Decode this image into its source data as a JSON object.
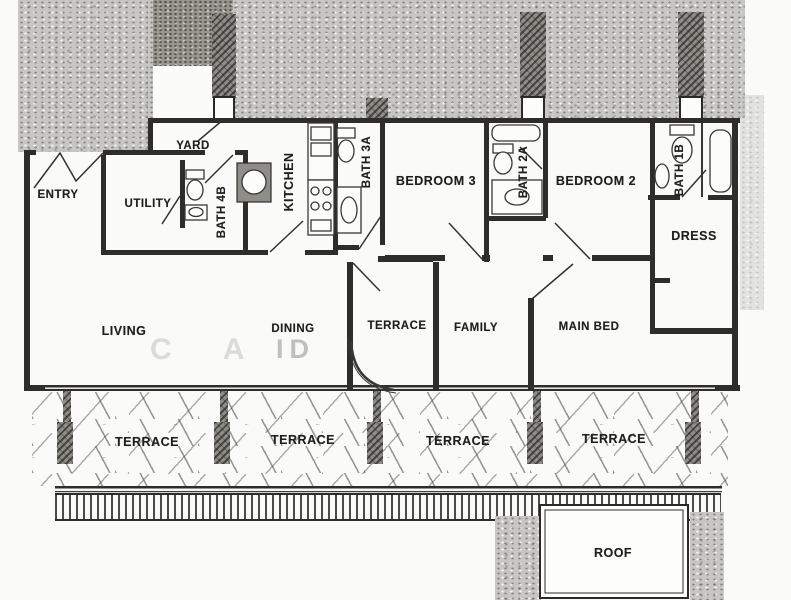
{
  "rooms": {
    "yard": "YARD",
    "entry": "ENTRY",
    "utility": "UTILITY",
    "bath4b": "BATH 4B",
    "kitchen": "KITCHEN",
    "bath3a": "BATH 3A",
    "bedroom3": "BEDROOM 3",
    "bath2a": "BATH 2A",
    "bedroom2": "BEDROOM 2",
    "bath1b": "BATH 1B",
    "dress": "DRESS",
    "living": "LIVING",
    "dining": "DINING",
    "inner_terrace": "TERRACE",
    "family": "FAMILY",
    "main_bed": "MAIN BED",
    "terraces": [
      "TERRACE",
      "TERRACE",
      "TERRACE",
      "TERRACE"
    ],
    "roof": "ROOF"
  },
  "watermark": {
    "left": "C A",
    "right": "ID"
  },
  "icons": {
    "toilet": "svg-shape",
    "sink": "svg-shape",
    "bathtub": "svg-shape",
    "stove": "svg-shape",
    "kitchen-sink": "svg-shape",
    "water-heater": "svg-shape"
  },
  "colors": {
    "paper": "#fafaf8",
    "ink": "#2f2d2a",
    "ground_texture": "#c7c6c3",
    "pier": "#8f8d88",
    "watermark": "#dcdbd7"
  }
}
